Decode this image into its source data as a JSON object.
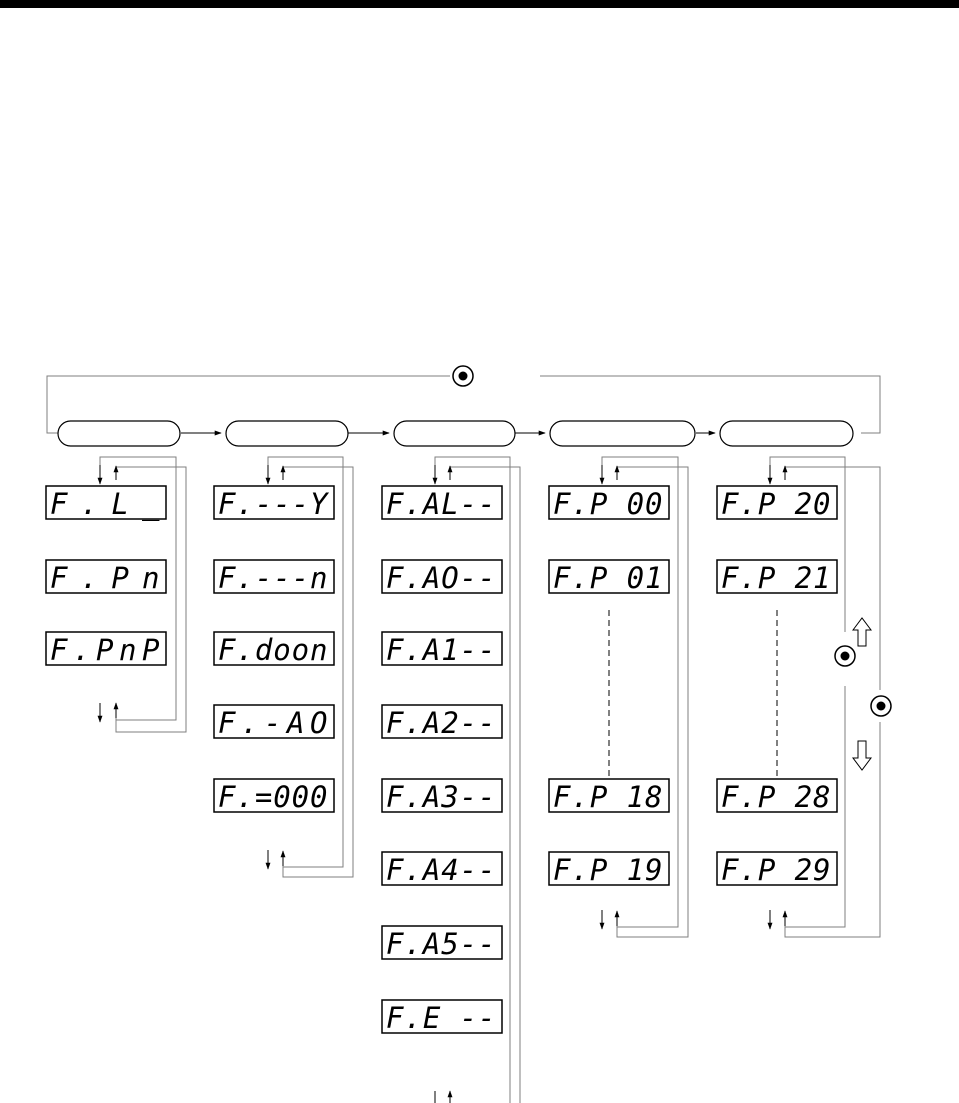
{
  "colors": {
    "line": "#000000",
    "connector": "#7f7f7f",
    "background": "#ffffff"
  },
  "modes": [
    {
      "label": ""
    },
    {
      "label": ""
    },
    {
      "label": ""
    },
    {
      "label": ""
    },
    {
      "label": ""
    }
  ],
  "columns": [
    {
      "name": "column-1",
      "displays": [
        "F.L_",
        "F.Pn",
        "F.PnP"
      ]
    },
    {
      "name": "column-2",
      "displays": [
        "F.---Y",
        "F.---n",
        "F.doon",
        "F.-AO",
        "F.=000"
      ]
    },
    {
      "name": "column-3",
      "displays": [
        "F.AL--",
        "F.AO--",
        "F.A1--",
        "F.A2--",
        "F.A3--",
        "F.A4--",
        "F.A5--",
        "F.E --"
      ]
    },
    {
      "name": "column-4",
      "displays": [
        "F.P  00",
        "F.P  01",
        "F.P  18",
        "F.P  19"
      ]
    },
    {
      "name": "column-5",
      "displays": [
        "F.P  20",
        "F.P  21",
        "F.P  28",
        "F.P  29"
      ]
    }
  ],
  "icons": {
    "set_button": "set-button-icon",
    "up_arrow": "up-arrow-icon",
    "down_arrow": "down-arrow-icon"
  }
}
